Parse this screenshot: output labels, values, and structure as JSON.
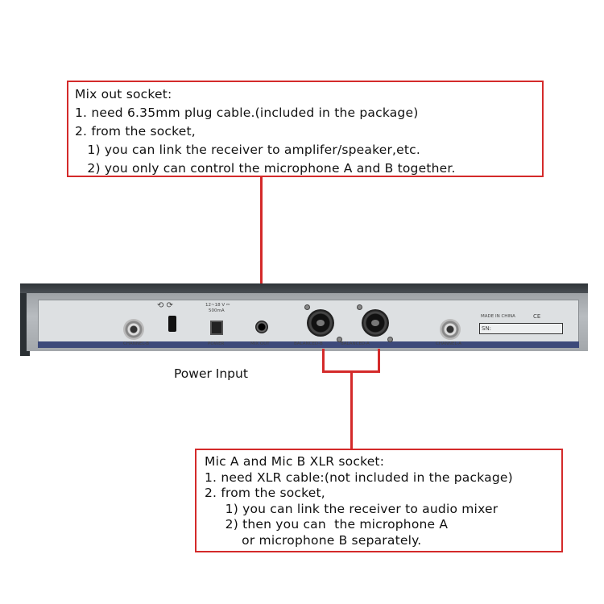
{
  "top_callout": {
    "lines": [
      "Mix out socket:",
      "1. need 6.35mm plug cable.(included in the package)",
      "2. from the socket,",
      "   1) you can link the receiver to amplifer/speaker,etc.",
      "   2) you only can control the microphone A and B together."
    ]
  },
  "bottom_callout": {
    "lines": [
      "Mic A and Mic B XLR socket:",
      "1. need XLR cable:(not included in the package)",
      "2. from the socket,",
      "     1) you can link the receiver to audio mixer",
      "     2) then you can  the microphone A",
      "         or microphone B separately."
    ]
  },
  "power_label": "Power Input",
  "panel": {
    "channel_b": "CHANNEL-B",
    "power": "POWER",
    "voltage": "12~18 V ⎓",
    "current": "500mA",
    "mix_out": "MIX OUT",
    "balanced_b": "BALANCED-B",
    "balanced_a": "BALANCED-A",
    "channel_a": "CHANNEL-A",
    "made_in": "MADE IN CHINA",
    "ce": "CE",
    "sn": "SN:"
  },
  "colors": {
    "accent": "#d42a2a",
    "stripe": "#3d4a7a"
  }
}
